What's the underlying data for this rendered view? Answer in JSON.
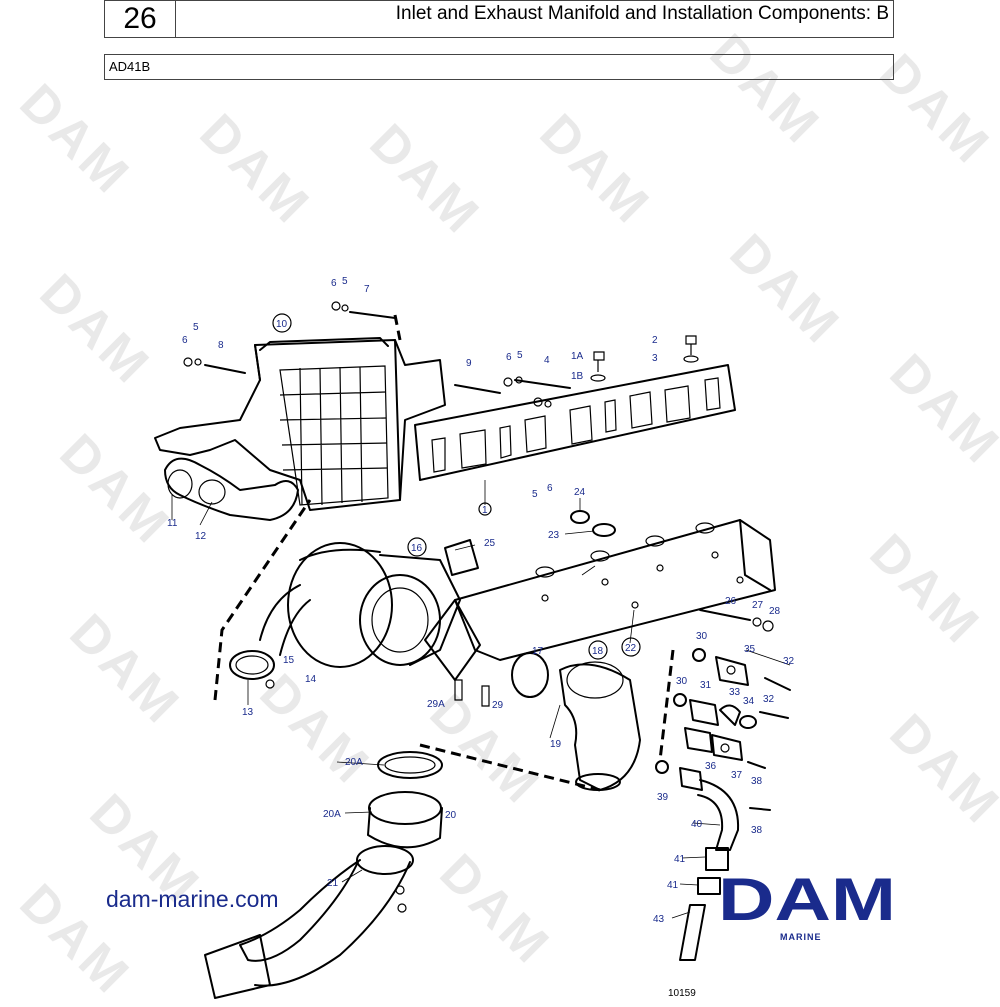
{
  "header": {
    "section_number": "26",
    "title": "Inlet and Exhaust Manifold and Installation Components: B"
  },
  "model": "AD41B",
  "watermark_text": "DAM",
  "callouts": [
    {
      "id": "c-6a",
      "label": "6"
    },
    {
      "id": "c-5a",
      "label": "5"
    },
    {
      "id": "c-7",
      "label": "7"
    },
    {
      "id": "c-10",
      "label": "10"
    },
    {
      "id": "c-5b",
      "label": "5"
    },
    {
      "id": "c-6b",
      "label": "6"
    },
    {
      "id": "c-8",
      "label": "8"
    },
    {
      "id": "c-9",
      "label": "9"
    },
    {
      "id": "c-6c",
      "label": "6"
    },
    {
      "id": "c-5c",
      "label": "5"
    },
    {
      "id": "c-4",
      "label": "4"
    },
    {
      "id": "c-1a",
      "label": "1A"
    },
    {
      "id": "c-1b",
      "label": "1B"
    },
    {
      "id": "c-2",
      "label": "2"
    },
    {
      "id": "c-3",
      "label": "3"
    },
    {
      "id": "c-5d",
      "label": "5"
    },
    {
      "id": "c-6d",
      "label": "6"
    },
    {
      "id": "c-1",
      "label": "1"
    },
    {
      "id": "c-11",
      "label": "11"
    },
    {
      "id": "c-12",
      "label": "12"
    },
    {
      "id": "c-24",
      "label": "24"
    },
    {
      "id": "c-23",
      "label": "23"
    },
    {
      "id": "c-25",
      "label": "25"
    },
    {
      "id": "c-16",
      "label": "16"
    },
    {
      "id": "c-26",
      "label": "26"
    },
    {
      "id": "c-27",
      "label": "27"
    },
    {
      "id": "c-28",
      "label": "28"
    },
    {
      "id": "c-22",
      "label": "22"
    },
    {
      "id": "c-30a",
      "label": "30"
    },
    {
      "id": "c-35",
      "label": "35"
    },
    {
      "id": "c-32a",
      "label": "32"
    },
    {
      "id": "c-15",
      "label": "15"
    },
    {
      "id": "c-14",
      "label": "14"
    },
    {
      "id": "c-13",
      "label": "13"
    },
    {
      "id": "c-17",
      "label": "17"
    },
    {
      "id": "c-18",
      "label": "18"
    },
    {
      "id": "c-29a",
      "label": "29A"
    },
    {
      "id": "c-29",
      "label": "29"
    },
    {
      "id": "c-19",
      "label": "19"
    },
    {
      "id": "c-30b",
      "label": "30"
    },
    {
      "id": "c-31",
      "label": "31"
    },
    {
      "id": "c-33",
      "label": "33"
    },
    {
      "id": "c-34",
      "label": "34"
    },
    {
      "id": "c-32b",
      "label": "32"
    },
    {
      "id": "c-36",
      "label": "36"
    },
    {
      "id": "c-37",
      "label": "37"
    },
    {
      "id": "c-38a",
      "label": "38"
    },
    {
      "id": "c-39",
      "label": "39"
    },
    {
      "id": "c-40",
      "label": "40"
    },
    {
      "id": "c-38b",
      "label": "38"
    },
    {
      "id": "c-20a1",
      "label": "20A"
    },
    {
      "id": "c-20a2",
      "label": "20A"
    },
    {
      "id": "c-20",
      "label": "20"
    },
    {
      "id": "c-21",
      "label": "21"
    },
    {
      "id": "c-41a",
      "label": "41"
    },
    {
      "id": "c-41b",
      "label": "41"
    },
    {
      "id": "c-43",
      "label": "43"
    }
  ],
  "website": "dam-marine.com",
  "logo": {
    "text": "DAM",
    "subtext": "MARINE",
    "color": "#1a2b8c"
  },
  "figure_id": "10159",
  "colors": {
    "callout": "#1a2b8c",
    "line": "#000000",
    "watermark": "#d8d8d8"
  }
}
